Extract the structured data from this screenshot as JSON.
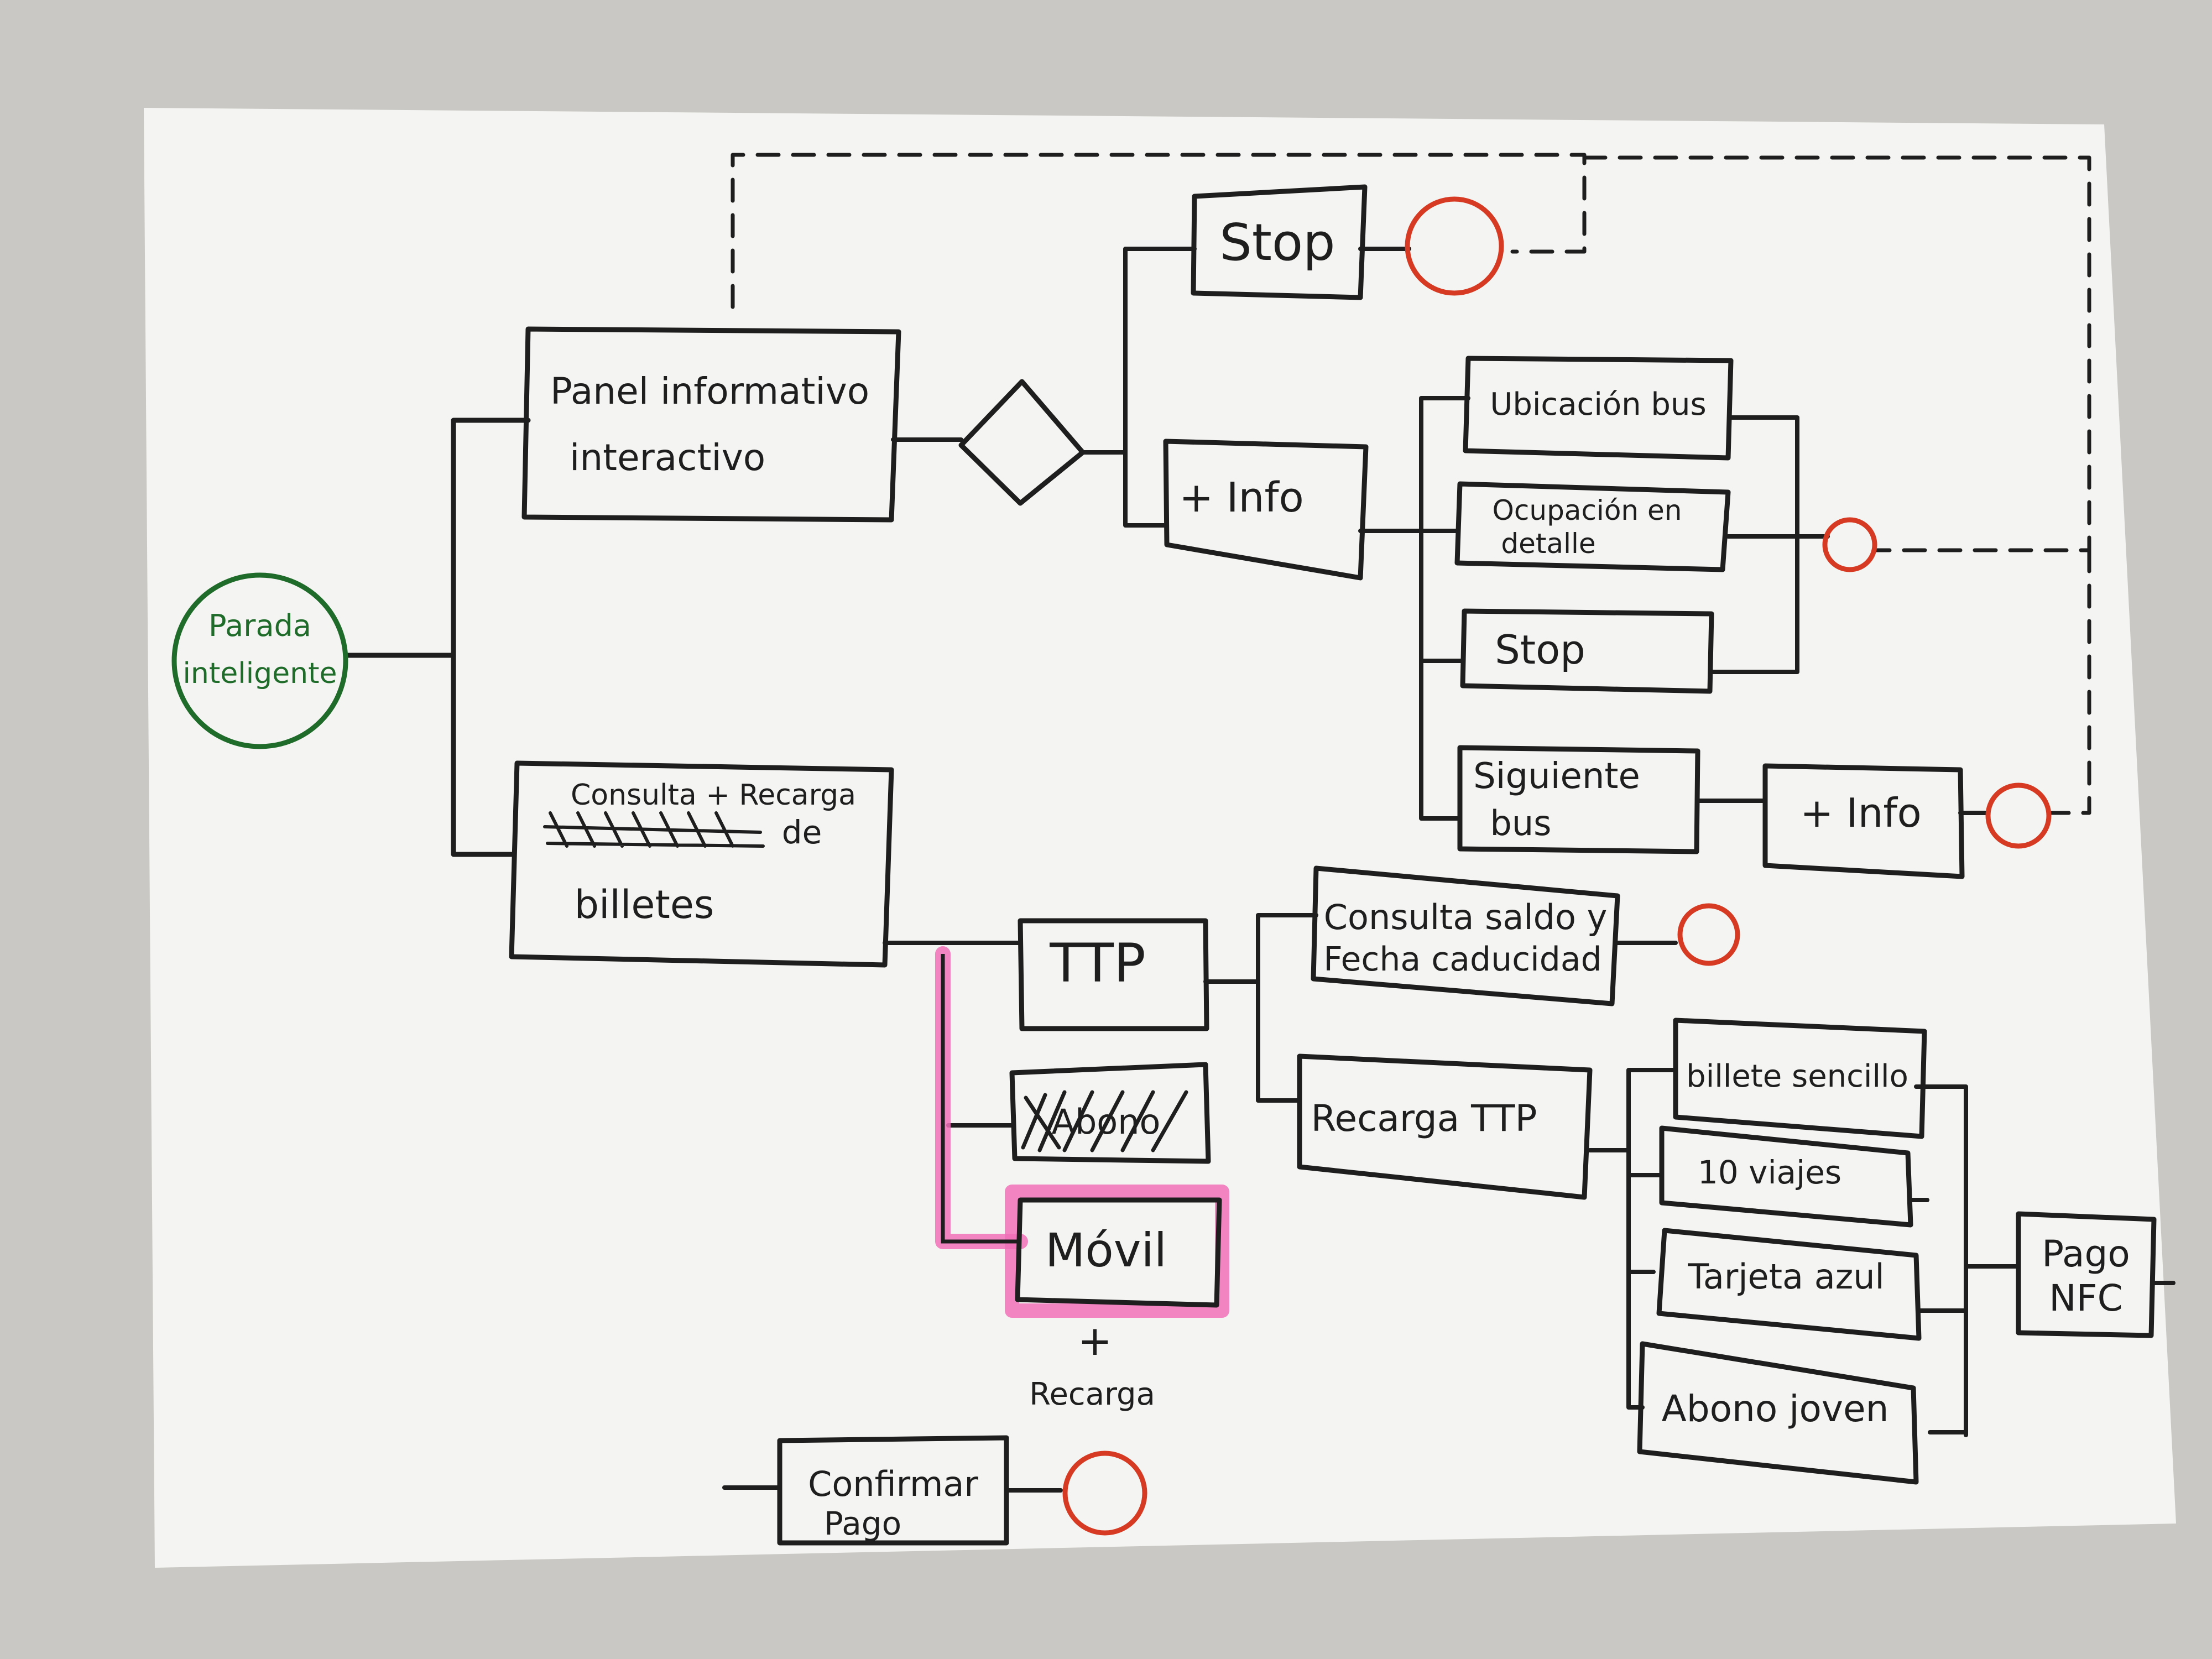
{
  "colors": {
    "background": "#c9c8c4",
    "paper": "#f4f4f2",
    "ink": "#1e1e1e",
    "start": "#1f6b2a",
    "end": "#d63a22",
    "highlight": "#f070b8"
  },
  "diagram": {
    "start": {
      "line1": "Parada",
      "line2": "inteligente"
    },
    "panel": {
      "line1": "Panel informativo",
      "line2": "interactivo"
    },
    "stop_top": "Stop",
    "info_1": "+ Info",
    "ubicacion": "Ubicación bus",
    "ocupacion": {
      "line1": "Ocupación en",
      "line2": "detalle"
    },
    "stop_mid": "Stop",
    "siguiente": {
      "line1": "Siguiente",
      "line2": "bus"
    },
    "info_2": "+ Info",
    "consulta": {
      "line1": "Consulta + Recarga",
      "line2": "de",
      "line3": "billetes"
    },
    "ttp": "TTP",
    "struck": "Abono",
    "movil": "Móvil",
    "plus": "+",
    "recarga_note": "Recarga",
    "consulta_saldo": {
      "line1": "Consulta saldo y",
      "line2": "Fecha caducidad"
    },
    "recarga_ttp": "Recarga TTP",
    "billete_sencillo": "billete sencillo",
    "diez_viajes": "10 viajes",
    "tarjeta_azul": "Tarjeta azul",
    "abono_joven": "Abono joven",
    "pago_nfc": {
      "line1": "Pago",
      "line2": "NFC"
    },
    "confirmar": {
      "line1": "Confirmar",
      "line2": "Pago"
    }
  }
}
